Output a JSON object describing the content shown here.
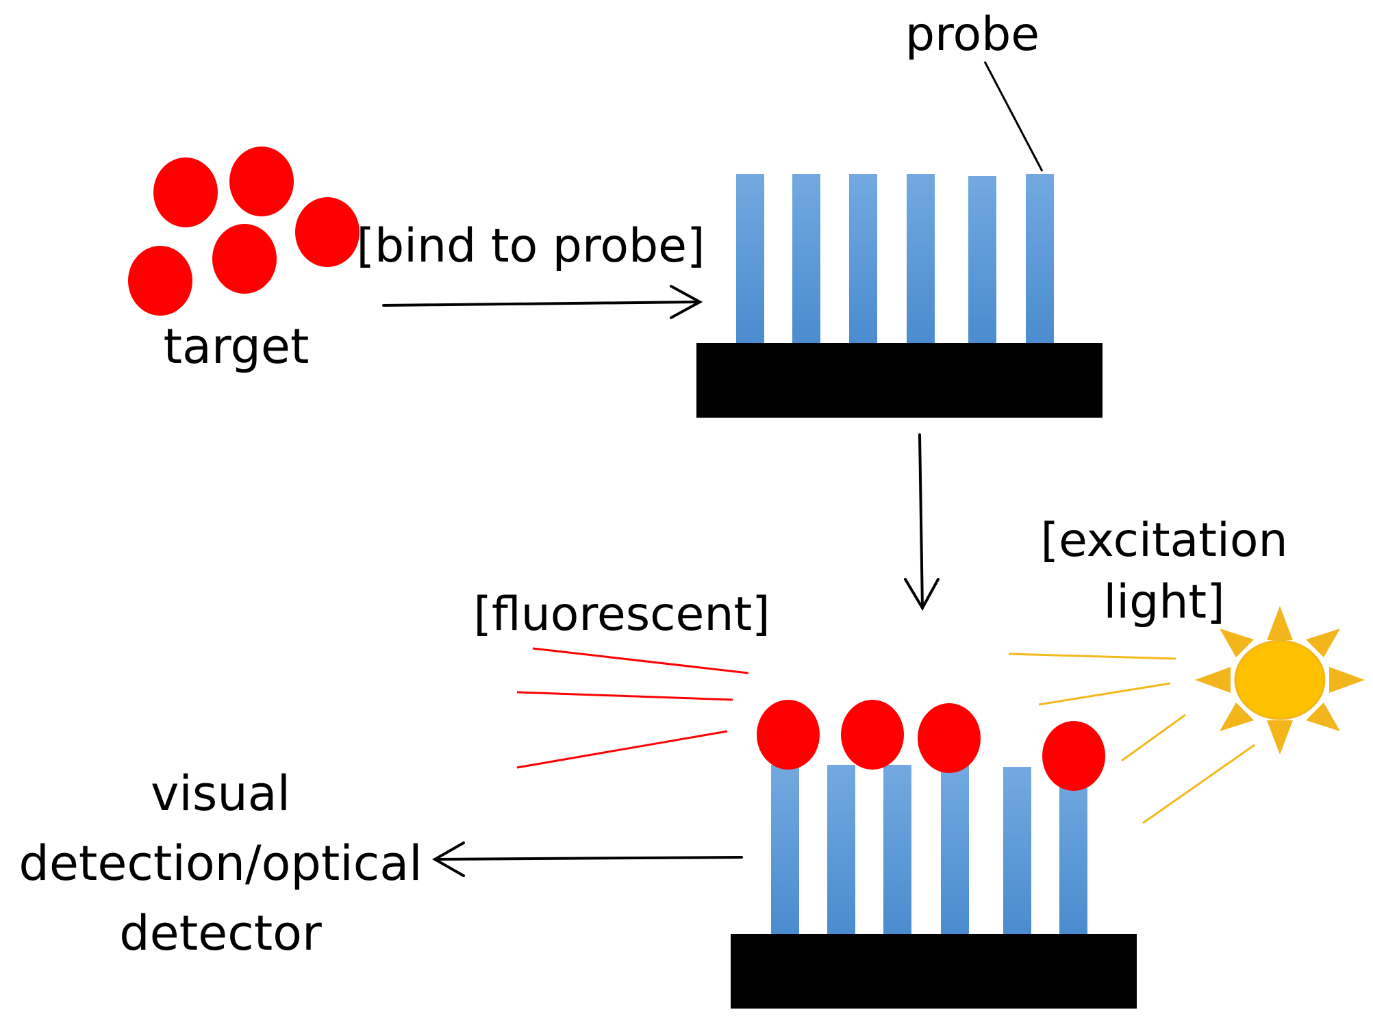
{
  "labels": {
    "probe": "probe",
    "target": "target",
    "bind": "[bind to probe]",
    "fluorescent": "[fluorescent]",
    "excitation_line1": "[excitation",
    "excitation_line2": "light]",
    "detection_line1": "visual",
    "detection_line2": "detection/optical",
    "detection_line3": "detector"
  },
  "colors": {
    "target": "#ff0000",
    "probe_top": "#72a9e0",
    "probe_bottom": "#4a8ccf",
    "substrate": "#000000",
    "sun": "#ffc000",
    "sun_ray": "#f3b51c",
    "emission_line": "#ff0000",
    "excitation_line": "#f5b81c",
    "arrow": "#000000"
  },
  "icons": {
    "light_source": "sun-icon"
  }
}
